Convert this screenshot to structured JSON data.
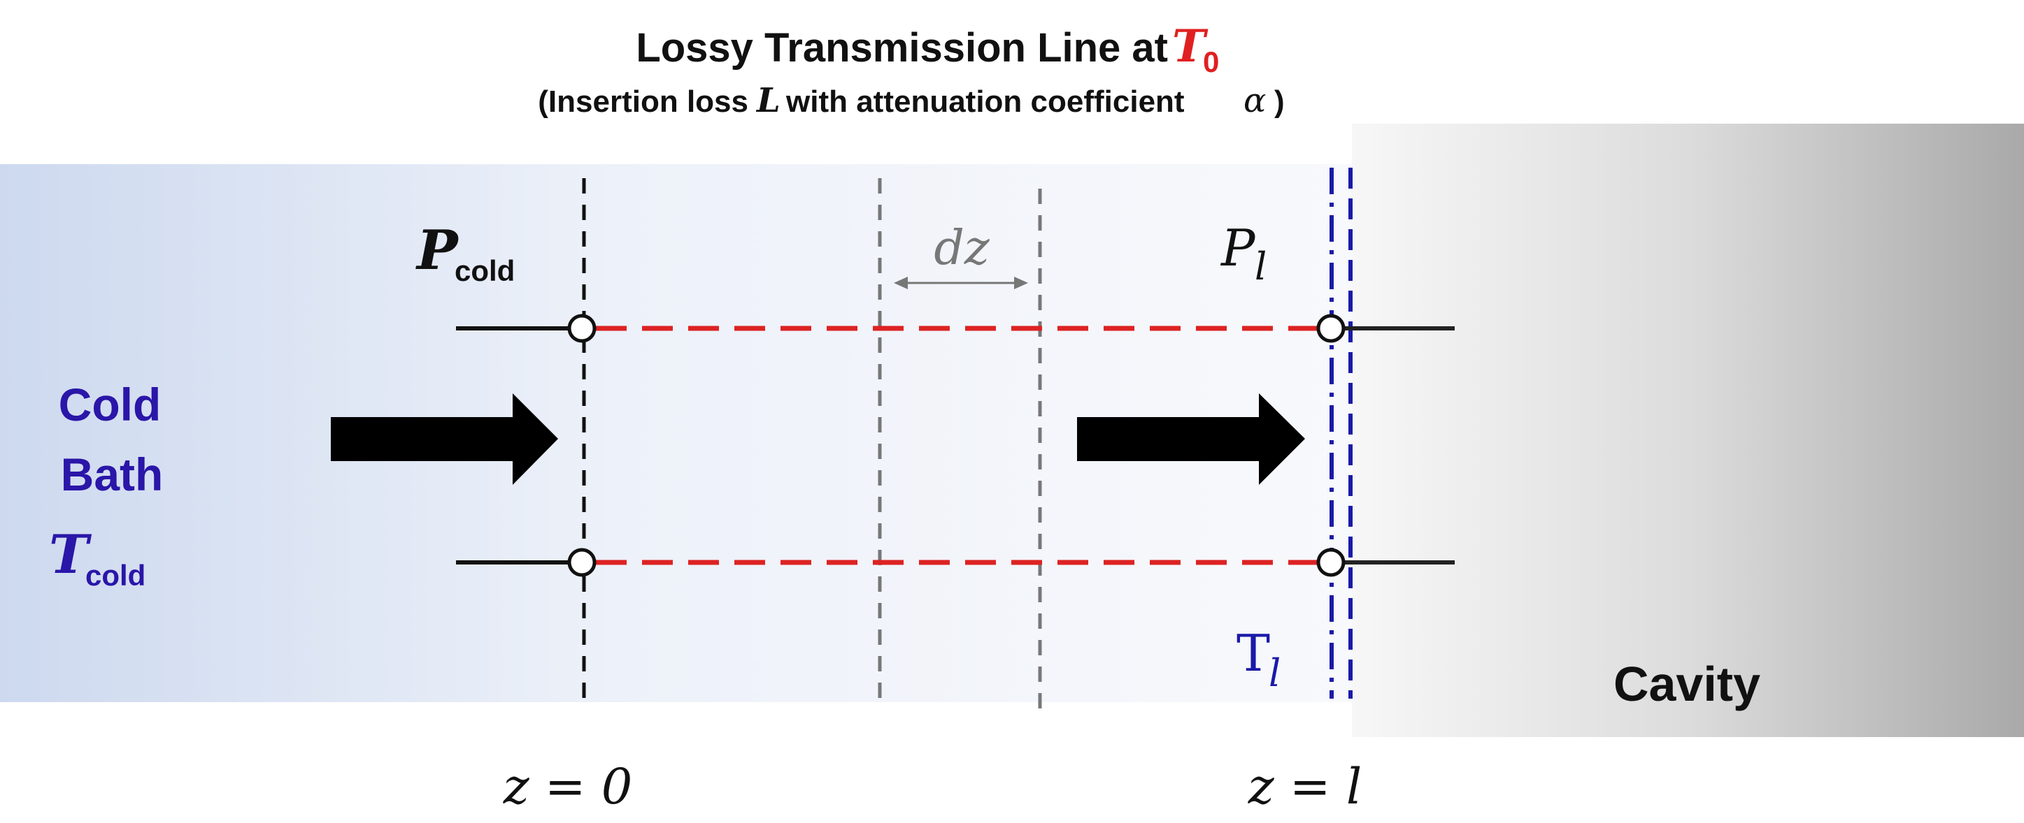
{
  "title": {
    "main": "Lossy Transmission Line at",
    "temp_symbol": "T",
    "temp_sub": "0",
    "sub_open": "(Insertion loss",
    "loss_symbol": "L",
    "sub_mid": "with attenuation coefficient",
    "alpha_symbol": "α",
    "sub_close": ")"
  },
  "cold_bath": {
    "line1": "Cold",
    "line2": "Bath",
    "temp_symbol": "T",
    "temp_sub": "cold"
  },
  "labels": {
    "p_cold_symbol": "P",
    "p_cold_sub": "cold",
    "dz": "dz",
    "p_l_symbol": "P",
    "p_l_sub": "l",
    "t_l_symbol": "T",
    "t_l_sub": "l",
    "cavity": "Cavity",
    "z0": "z = 0",
    "zl": "z = l"
  },
  "colors": {
    "blue_text": "#2a16a8",
    "red_accent": "#e02020",
    "dashed_line_red": "#dd2222",
    "cold_gradient_start": "#cdd9ef",
    "cavity_gradient_end": "#a9a9a9",
    "dz_gray": "#777777"
  }
}
